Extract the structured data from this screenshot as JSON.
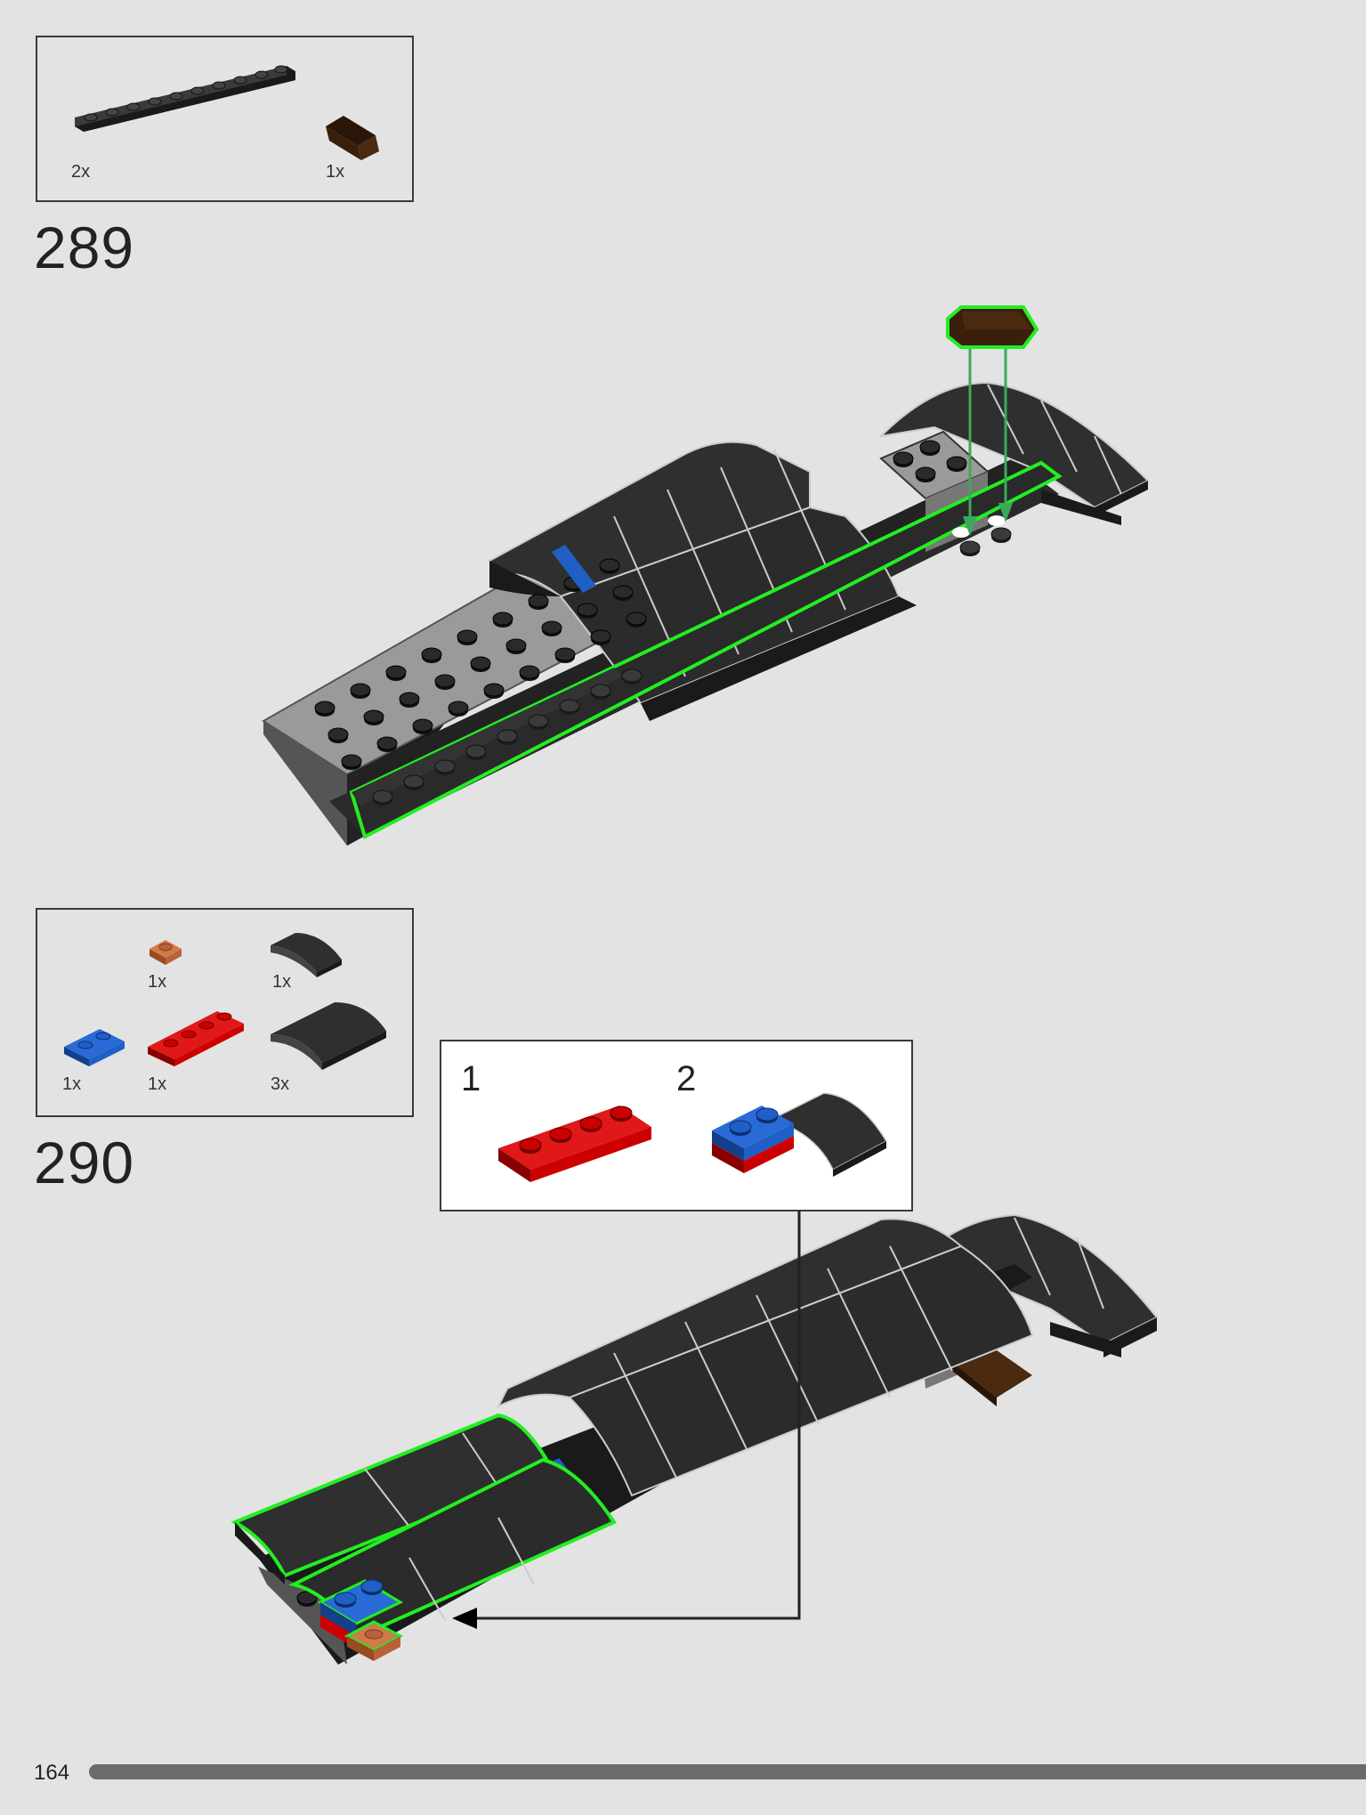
{
  "steps": [
    {
      "number": "289",
      "parts": [
        {
          "icon": "dark-gray-plate-1x10-icon",
          "qty": "2x"
        },
        {
          "icon": "brown-slope-icon",
          "qty": "1x"
        }
      ]
    },
    {
      "number": "290",
      "parts": [
        {
          "icon": "brown-plate-1x1-icon",
          "qty": "1x"
        },
        {
          "icon": "dark-gray-curved-slope-small-icon",
          "qty": "1x"
        },
        {
          "icon": "blue-plate-1x2-icon",
          "qty": "1x"
        },
        {
          "icon": "red-plate-1x4-icon",
          "qty": "1x"
        },
        {
          "icon": "dark-gray-curved-slope-large-icon",
          "qty": "3x"
        }
      ],
      "substeps": [
        "1",
        "2"
      ]
    }
  ],
  "page_number": "164",
  "colors": {
    "background": "#e3e3e3",
    "highlight": "#22ee22",
    "dark_gray": "#2f2f2f",
    "light_gray": "#9a9a9a",
    "red": "#d01010",
    "blue": "#1f5fc6",
    "brown": "#4a2a10",
    "tan_brown": "#b8623a"
  }
}
